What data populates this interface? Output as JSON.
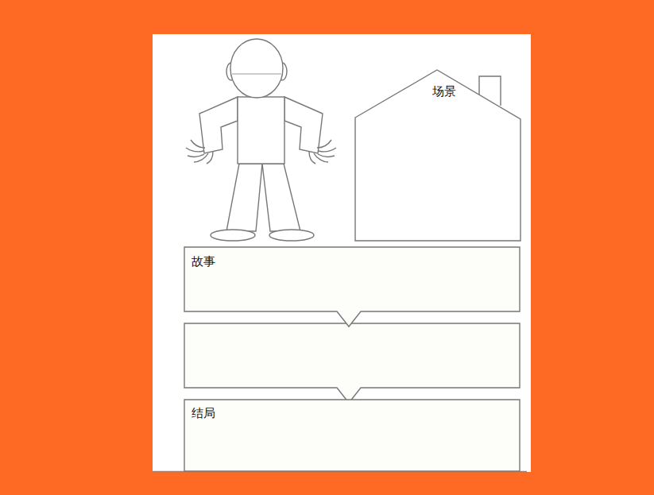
{
  "diagram": {
    "nodes": [
      {
        "text": [
          "场景"
        ]
      },
      {
        "text": [
          "故事"
        ]
      },
      {
        "text": [
          "结局"
        ]
      }
    ]
  }
}
